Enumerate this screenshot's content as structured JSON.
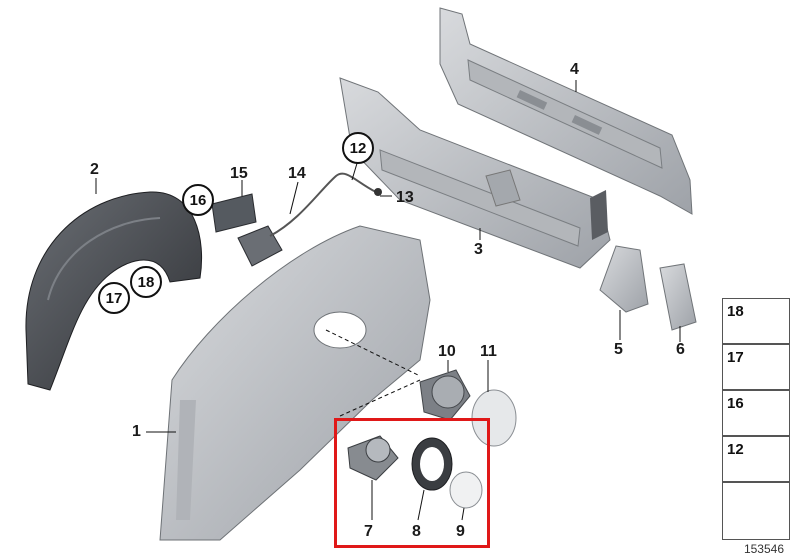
{
  "diagram": {
    "callouts": {
      "c1": "1",
      "c2": "2",
      "c3": "3",
      "c4": "4",
      "c5": "5",
      "c6": "6",
      "c7": "7",
      "c8": "8",
      "c9": "9",
      "c10": "10",
      "c11": "11",
      "c12": "12",
      "c13": "13",
      "c14": "14",
      "c15": "15",
      "c16": "16",
      "c17": "17",
      "c18": "18"
    },
    "legend": [
      "18",
      "17",
      "16",
      "12"
    ],
    "diagram_id": "153546",
    "colors": {
      "panel_fill": "#c9ccd0",
      "panel_shade": "#9ea2a8",
      "liner_fill": "#4a4d52",
      "highlight": "#e01818"
    },
    "icons": [
      "arrow-icon",
      "screw-icon",
      "nut-icon",
      "clip-icon"
    ]
  }
}
